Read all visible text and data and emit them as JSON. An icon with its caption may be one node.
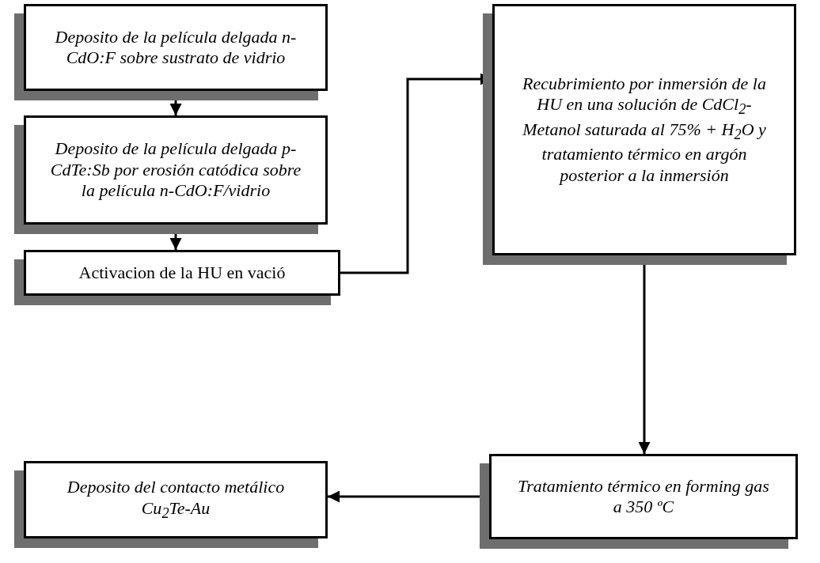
{
  "diagram": {
    "nodes": [
      {
        "text": [
          "Deposito de la película delgada n-CdO:F sobre sustrato de vidrio"
        ]
      },
      {
        "text": [
          "Deposito de la película delgada p-CdTe:Sb por erosión catódica sobre la película n-CdO:F/vidrio"
        ]
      },
      {
        "text": [
          "Activacion de la HU en vació"
        ]
      },
      {
        "text": [
          "Recubrimiento por inmersión de la HU en una solución de CdCl$_{2}$-Metanol saturada al 75% + H$_{2}$O y tratamiento térmico en argón posterior a la inmersión"
        ]
      },
      {
        "text": [
          "Tratamiento térmico en forming gas a 350 ºC"
        ]
      },
      {
        "text": [
          "Deposito del contacto metálico Cu$_{2}$Te-Au"
        ]
      }
    ],
    "edges": [
      {
        "from": 0,
        "to": 1,
        "arrow": "to"
      },
      {
        "from": 1,
        "to": 2,
        "arrow": "to"
      },
      {
        "from": 2,
        "to": 3,
        "arrow": "to"
      },
      {
        "from": 3,
        "to": 4,
        "arrow": "to"
      },
      {
        "from": 4,
        "to": 5,
        "arrow": "to"
      }
    ]
  }
}
